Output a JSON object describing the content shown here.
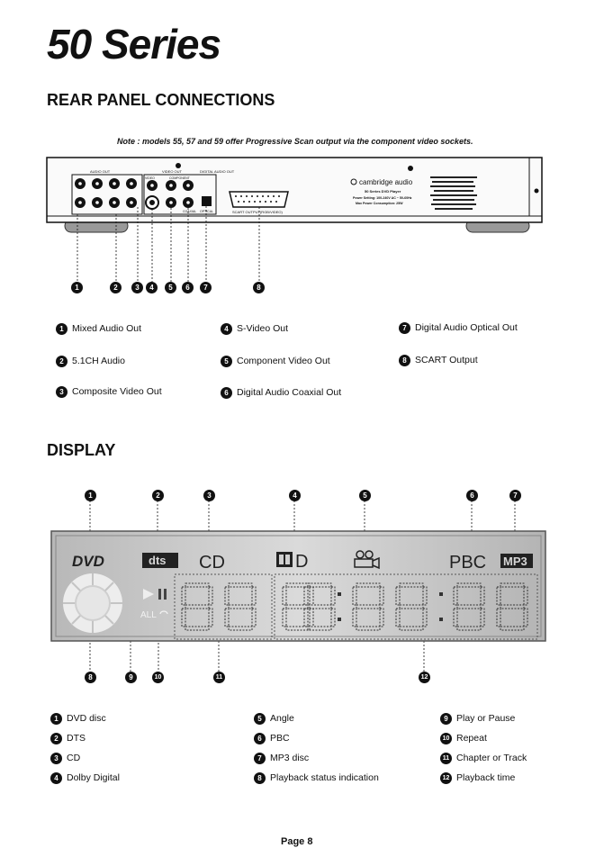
{
  "header": {
    "series_title": "50 Series"
  },
  "rear_panel": {
    "title": "REAR PANEL CONNECTIONS",
    "note": "Note : models 55, 57 and 59 offer Progressive Scan output via the component video sockets.",
    "panel_labels": {
      "audio_out": "AUDIO OUT",
      "video_out": "VIDEO OUT",
      "digital_audio_out": "DIGITAL AUDIO OUT",
      "component": "COMPONENT",
      "video": "VIDEO",
      "coaxial": "COAXIAL",
      "optical": "OPTICAL",
      "scart_output": "SCART OUTPUT(RGB/VIDEO)",
      "brand": "cambridge audio",
      "model_line": "50 Series DVD Player",
      "power_line": "Power Setting: 100-240V AC ~ 50-60Hz",
      "consumption_line": "Max Power Consumption: 25W"
    },
    "callout_numbers": [
      "1",
      "2",
      "3",
      "4",
      "5",
      "6",
      "7",
      "8"
    ],
    "legend": [
      {
        "num": "1",
        "label": "Mixed Audio Out"
      },
      {
        "num": "2",
        "label": "5.1CH Audio"
      },
      {
        "num": "3",
        "label": "Composite Video Out"
      },
      {
        "num": "4",
        "label": "S-Video Out"
      },
      {
        "num": "5",
        "label": "Component Video Out"
      },
      {
        "num": "6",
        "label": "Digital Audio Coaxial Out"
      },
      {
        "num": "7",
        "label": "Digital Audio Optical Out"
      },
      {
        "num": "8",
        "label": "SCART Output"
      }
    ]
  },
  "display": {
    "title": "DISPLAY",
    "indicators": {
      "dvd": "DVD",
      "dts": "dts",
      "cd": "CD",
      "dolby": "D",
      "pbc": "PBC",
      "mp3": "MP3",
      "all": "ALL"
    },
    "callout_numbers": [
      "1",
      "2",
      "3",
      "4",
      "5",
      "6",
      "7",
      "8",
      "9",
      "10",
      "11",
      "12"
    ],
    "legend": [
      {
        "num": "1",
        "label": "DVD disc"
      },
      {
        "num": "2",
        "label": "DTS"
      },
      {
        "num": "3",
        "label": "CD"
      },
      {
        "num": "4",
        "label": "Dolby Digital"
      },
      {
        "num": "5",
        "label": "Angle"
      },
      {
        "num": "6",
        "label": "PBC"
      },
      {
        "num": "7",
        "label": "MP3 disc"
      },
      {
        "num": "8",
        "label": "Playback status indication"
      },
      {
        "num": "9",
        "label": "Play or Pause"
      },
      {
        "num": "10",
        "label": "Repeat"
      },
      {
        "num": "11",
        "label": "Chapter or Track"
      },
      {
        "num": "12",
        "label": "Playback time"
      }
    ]
  },
  "footer": {
    "page_number": "Page 8"
  }
}
